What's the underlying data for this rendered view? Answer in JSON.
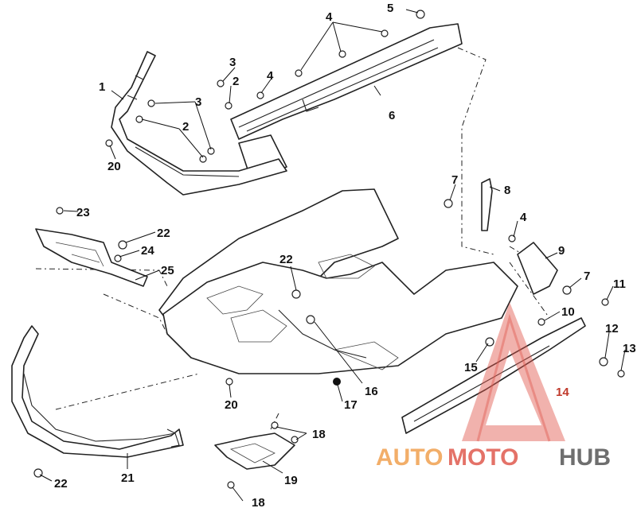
{
  "diagram": {
    "callouts": [
      {
        "id": "c1",
        "text": "1"
      },
      {
        "id": "c2a",
        "text": "2"
      },
      {
        "id": "c2b",
        "text": "2"
      },
      {
        "id": "c3a",
        "text": "3"
      },
      {
        "id": "c3b",
        "text": "3"
      },
      {
        "id": "c4a",
        "text": "4"
      },
      {
        "id": "c4b",
        "text": "4"
      },
      {
        "id": "c4c",
        "text": "4"
      },
      {
        "id": "c5",
        "text": "5"
      },
      {
        "id": "c6",
        "text": "6"
      },
      {
        "id": "c7a",
        "text": "7"
      },
      {
        "id": "c7b",
        "text": "7"
      },
      {
        "id": "c8",
        "text": "8"
      },
      {
        "id": "c9",
        "text": "9"
      },
      {
        "id": "c10",
        "text": "10"
      },
      {
        "id": "c11",
        "text": "11"
      },
      {
        "id": "c12",
        "text": "12"
      },
      {
        "id": "c13",
        "text": "13"
      },
      {
        "id": "c14",
        "text": "14"
      },
      {
        "id": "c15",
        "text": "15"
      },
      {
        "id": "c16",
        "text": "16"
      },
      {
        "id": "c17",
        "text": "17"
      },
      {
        "id": "c18a",
        "text": "18"
      },
      {
        "id": "c18b",
        "text": "18"
      },
      {
        "id": "c19",
        "text": "19"
      },
      {
        "id": "c20a",
        "text": "20"
      },
      {
        "id": "c20b",
        "text": "20"
      },
      {
        "id": "c21",
        "text": "21"
      },
      {
        "id": "c22a",
        "text": "22"
      },
      {
        "id": "c22b",
        "text": "22"
      },
      {
        "id": "c22c",
        "text": "22"
      },
      {
        "id": "c23",
        "text": "23"
      },
      {
        "id": "c24",
        "text": "24"
      },
      {
        "id": "c25",
        "text": "25"
      }
    ]
  },
  "watermark": {
    "part1": "AUTO",
    "part2": "MOTO",
    "part3": "HUB",
    "color_primary": "#f0a050",
    "color_secondary": "#e05a4e",
    "color_dark": "#555555"
  }
}
